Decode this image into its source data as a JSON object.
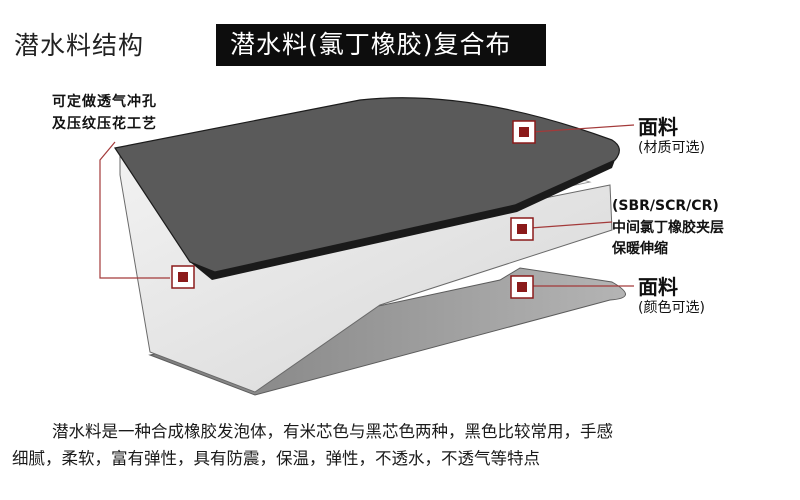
{
  "header": {
    "title": "潜水料结构",
    "banner": "潜水料(氯丁橡胶)复合布"
  },
  "callouts": {
    "left": [
      "可定做透气冲孔",
      "及压纹压花工艺"
    ],
    "top": {
      "title": "面料",
      "sub": "(材质可选)"
    },
    "middle": [
      "(SBR/SCR/CR)",
      "中间氯丁橡胶夹层",
      "保暖伸缩"
    ],
    "bottom": {
      "title": "面料",
      "sub": "(颜色可选)"
    }
  },
  "description": [
    "潜水料是一种合成橡胶发泡体，有米芯色与黑芯色两种，黑色比较常用，手感",
    "细腻，柔软，富有弹性，具有防震，保温，弹性，不透水，不透气等特点"
  ],
  "colors": {
    "top_layer": "#5a5a5a",
    "middle_layer": "#e6e6e6",
    "bottom_layer": "#9a9a9a",
    "marker": "#8b1a1a",
    "leader_line": "#a33a3a"
  }
}
